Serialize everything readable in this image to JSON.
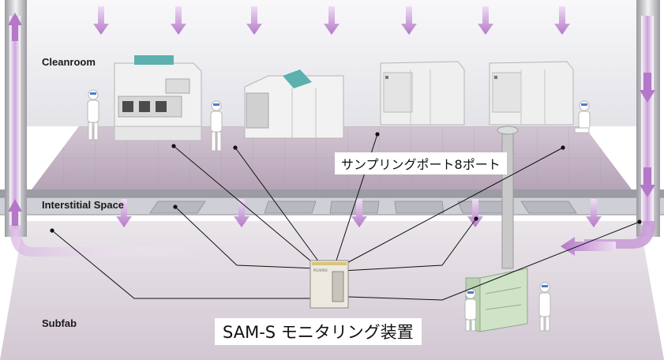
{
  "zones": {
    "cleanroom": "Cleanroom",
    "interstitial": "Interstitial Space",
    "subfab": "Subfab"
  },
  "callouts": {
    "sampling_ports": "サンプリングポート8ポート",
    "monitor_device": "SAM-S モニタリング装置"
  },
  "device": {
    "brand": "PICARRO"
  },
  "colors": {
    "airflow_arrow": "#b478c8",
    "floor": "#c3b2c3",
    "wall": "#e9e9ee",
    "subfab_floor": "#cfc3d0",
    "sampling_line": "#111111",
    "exhaust_unit": "#cfe3c7"
  }
}
